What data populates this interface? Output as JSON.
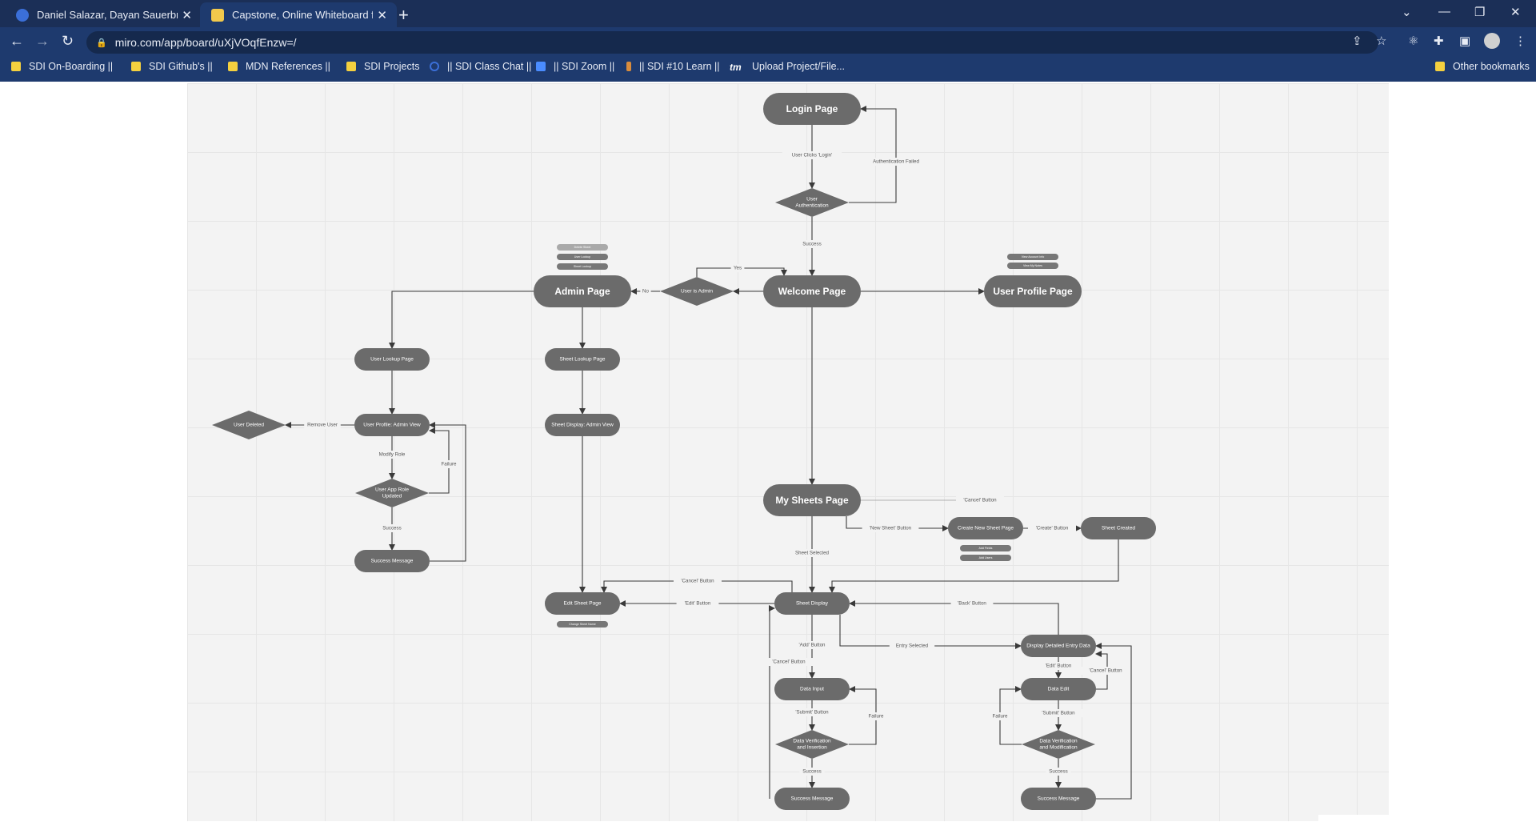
{
  "browser": {
    "tabs": [
      {
        "title": "Daniel Salazar, Dayan Sauerbronn",
        "active": false
      },
      {
        "title": "Capstone, Online Whiteboard for",
        "active": true
      }
    ],
    "address": "miro.com/app/board/uXjVOqfEnzw=/",
    "bookmarks": [
      "SDI On-Boarding ||",
      "SDI Github's ||",
      "MDN References ||",
      "SDI Projects",
      "|| SDI Class Chat ||",
      "|| SDI Zoom ||",
      "|| SDI #10 Learn ||",
      "Upload Project/File...",
      "Other bookmarks"
    ],
    "colors": {
      "frame": "#1e3a6e",
      "tabstrip": "#1b2f57"
    }
  },
  "flowchart": {
    "colors": {
      "node": "#6b6b6b",
      "small_node": "#777777",
      "line": "#3a3a3a",
      "board": "#f3f3f3"
    },
    "nodes": {
      "login": "Login Page",
      "auth": "User Authentication",
      "welcome": "Welcome Page",
      "is_admin": "User is Admin",
      "admin": "Admin Page",
      "profile": "User Profile Page",
      "user_lookup": "User Lookup Page",
      "sheet_lookup": "Sheet Lookup Page",
      "user_admin_view": "User Profile: Admin View",
      "sheet_admin_view": "Sheet Display: Admin View",
      "user_deleted": "User Deleted",
      "role_updated": "User App Role Updated",
      "success_admin": "Success Message",
      "my_sheets": "My Sheets Page",
      "create_sheet": "Create New Sheet Page",
      "sheet_created": "Sheet Created",
      "sheet_display": "Sheet Display",
      "edit_sheet": "Edit Sheet Page",
      "detail_entry": "Display Detailed Entry Data",
      "data_input": "Data Input",
      "data_edit": "Data Edit",
      "verify_insert": "Data Verification and Insertion",
      "verify_modify": "Data Verification and Modification",
      "success_input": "Success Message",
      "success_edit": "Success Message"
    },
    "small_labels": {
      "admin_1": "Delete Sheet",
      "admin_2": "User Lookup",
      "admin_3": "Sheet Lookup",
      "profile_1": "View Account Info",
      "profile_2": "View My Notes",
      "create_1": "Add Fields",
      "create_2": "Add Users",
      "edit_1": "Change Sheet Name"
    },
    "edges": {
      "login_click": "User Clicks 'Login'",
      "auth_failed": "Authentication Failed",
      "success": "Success",
      "yes": "Yes",
      "no": "No",
      "remove_user": "Remove User",
      "modify_role": "Modify Role",
      "failure": "Failure",
      "success_role": "Success",
      "cancel_button": "'Cancel' Button",
      "new_sheet_button": "'New Sheet' Button",
      "create_button": "'Create' Button",
      "sheet_selected": "Sheet Selected",
      "cancel_button_edit": "'Cancel' Button",
      "edit_button": "'Edit' Button",
      "back_button": "'Back' Button",
      "add_button": "'Add' Button",
      "entry_selected": "Entry Selected",
      "cancel_button_input": "'Cancel' Button",
      "submit_button": "'Submit' Button",
      "failure_input": "Failure",
      "success_input": "Success",
      "edit_button_detail": "'Edit' Button",
      "cancel_button_detail": "'Cancel' Button",
      "submit_button_edit": "'Submit' Button",
      "failure_edit": "Failure",
      "success_edit": "Success"
    }
  }
}
